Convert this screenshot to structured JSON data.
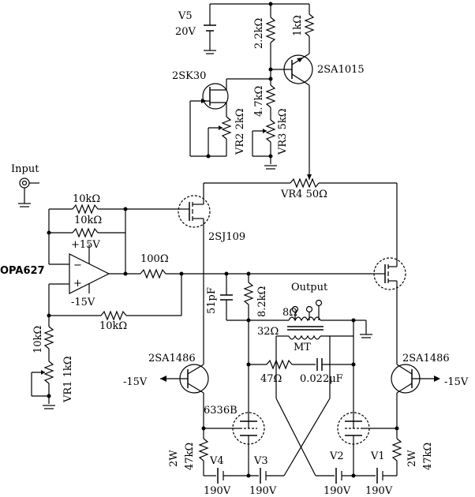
{
  "labels": {
    "input": "Input",
    "opamp": "OPA627",
    "plus15": "+15V",
    "minus15_op": "-15V",
    "r_in_10k": "10kΩ",
    "r_fb_10k": "10kΩ",
    "r_out_100": "100Ω",
    "r_fb2_10k": "10kΩ",
    "r_bias_10k": "10kΩ",
    "vr1": "VR1 1kΩ",
    "v5": "V5",
    "v5_volt": "20V",
    "r_22k": "2.2kΩ",
    "r_1k": "1kΩ",
    "q_2sk30": "2SK30",
    "q_2sa1015": "2SA1015",
    "r_47k_top": "4.7kΩ",
    "vr2": "VR2 2kΩ",
    "vr3": "VR3 5kΩ",
    "vr4": "VR4 50Ω",
    "q_2sj109": "2SJ109",
    "c_51p": "51pF",
    "r_82k": "8.2kΩ",
    "output": "Output",
    "tap_8": "8Ω",
    "tap_32": "32Ω",
    "mt": "MT",
    "r_47": "47Ω",
    "c_0022": "0.022μF",
    "q_2sa1486_l": "2SA1486",
    "q_2sa1486_r": "2SA1486",
    "minus15_l": "-15V",
    "minus15_r": "-15V",
    "tube": "6336B",
    "r_2w_l": "2W",
    "r_47k_l": "47kΩ",
    "r_2w_r": "2W",
    "r_47k_r": "47kΩ",
    "v4": "V4",
    "v3": "V3",
    "v2": "V2",
    "v1": "V1",
    "v4_volt": "190V",
    "v3_volt": "190V",
    "v2_volt": "190V",
    "v1_volt": "190V"
  },
  "colors": {
    "line": "#000000",
    "background": "#ffffff"
  }
}
